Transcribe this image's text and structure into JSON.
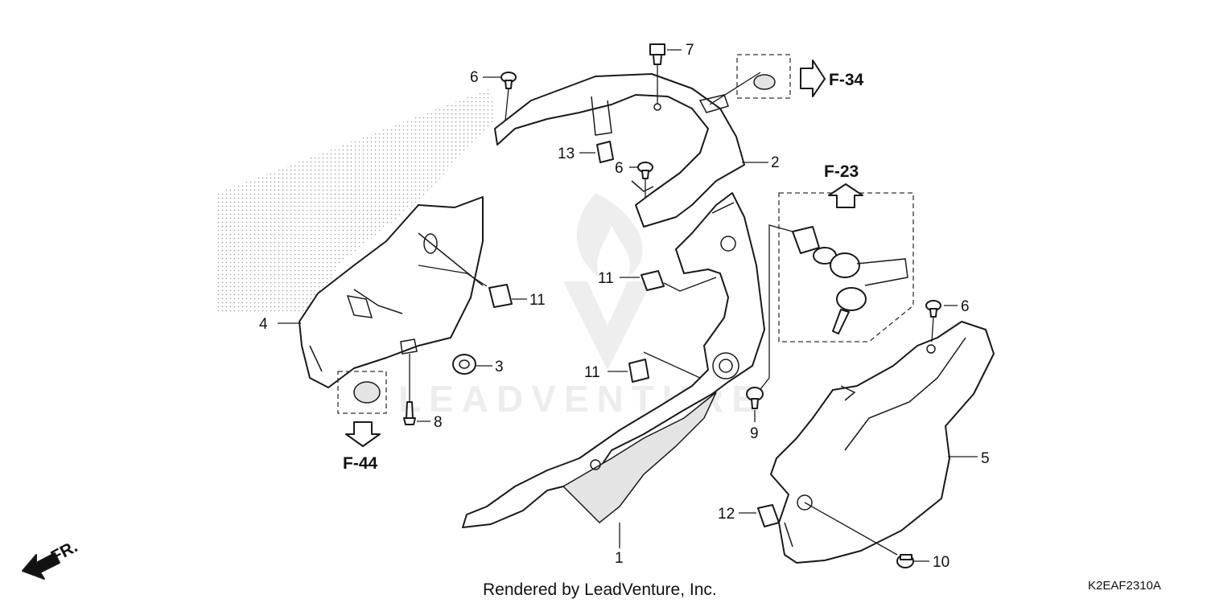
{
  "diagram": {
    "callouts": {
      "c1": "1",
      "c2": "2",
      "c3": "3",
      "c4": "4",
      "c5": "5",
      "c6a": "6",
      "c6b": "6",
      "c6c": "6",
      "c7": "7",
      "c8": "8",
      "c9": "9",
      "c10": "10",
      "c11a": "11",
      "c11b": "11",
      "c11c": "11",
      "c12": "12",
      "c13": "13"
    },
    "references": {
      "f34": "F-34",
      "f23": "F-23",
      "f44": "F-44",
      "fr": "FR."
    },
    "watermark": "LEADVENTURE",
    "footer": {
      "rendered_by": "Rendered by LeadVenture, Inc.",
      "code": "K2EAF2310A"
    }
  }
}
